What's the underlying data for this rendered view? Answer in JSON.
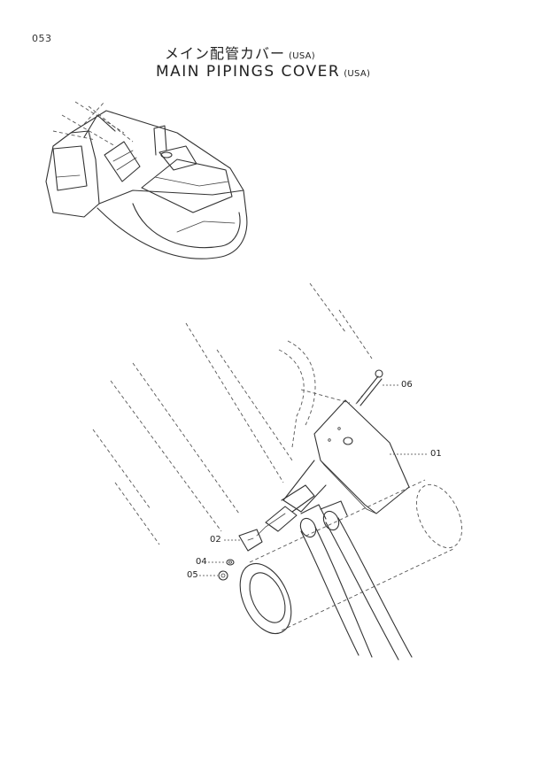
{
  "page_number": "053",
  "title": {
    "japanese": "メイン配管カバー",
    "japanese_suffix": "(USA)",
    "english": "MAIN PIPINGS COVER",
    "english_suffix": "(USA)"
  },
  "callouts": {
    "c01": "01",
    "c02": "02",
    "c04": "04",
    "c05": "05",
    "c06": "06"
  }
}
